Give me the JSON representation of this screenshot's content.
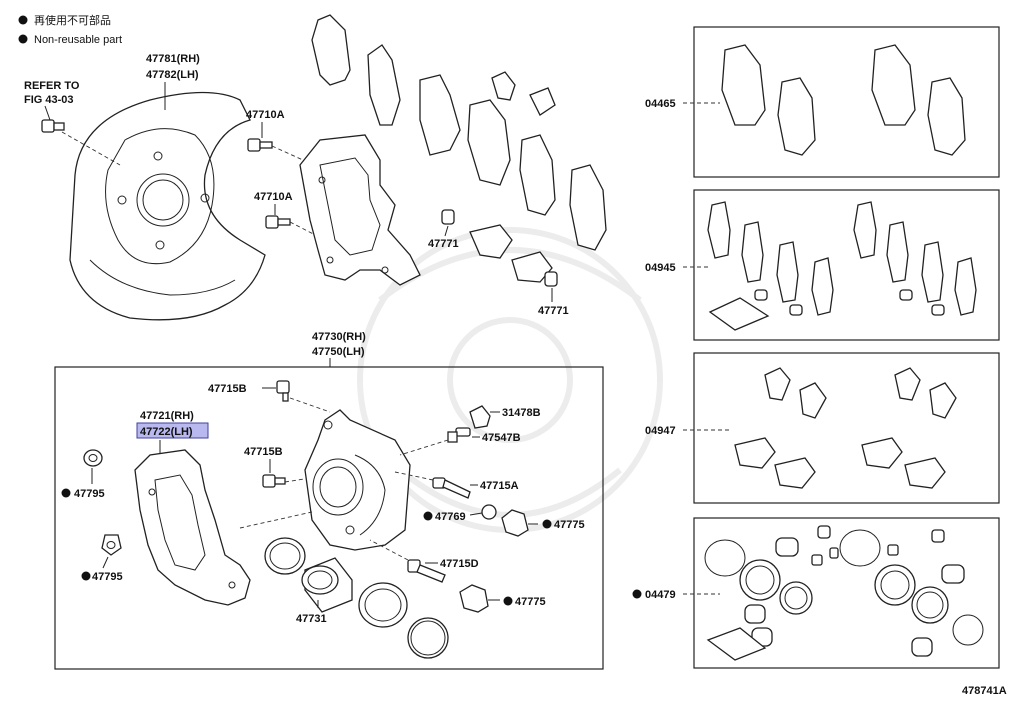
{
  "legend": {
    "bullet_jp": "再使用不可部品",
    "bullet_en": "Non-reusable part"
  },
  "refer": {
    "line1": "REFER TO",
    "line2": "FIG 43-03"
  },
  "labels": {
    "p47781": "47781(RH)",
    "p47782": "47782(LH)",
    "p47710a_1": "47710A",
    "p47710a_2": "47710A",
    "p47771_1": "47771",
    "p47771_2": "47771",
    "p47730": "47730(RH)",
    "p47750": "47750(LH)",
    "p47715b_1": "47715B",
    "p47715b_2": "47715B",
    "p47721": "47721(RH)",
    "p47722": "47722(LH)",
    "p47795_1": "47795",
    "p47795_2": "47795",
    "p31478b": "31478B",
    "p47547b": "47547B",
    "p47715a": "47715A",
    "p47769": "47769",
    "p47775_1": "47775",
    "p47775_2": "47775",
    "p47715d": "47715D",
    "p47731": "47731",
    "k04465": "04465",
    "k04945": "04945",
    "k04947": "04947",
    "k04479": "04479"
  },
  "figure_id": "478741A"
}
